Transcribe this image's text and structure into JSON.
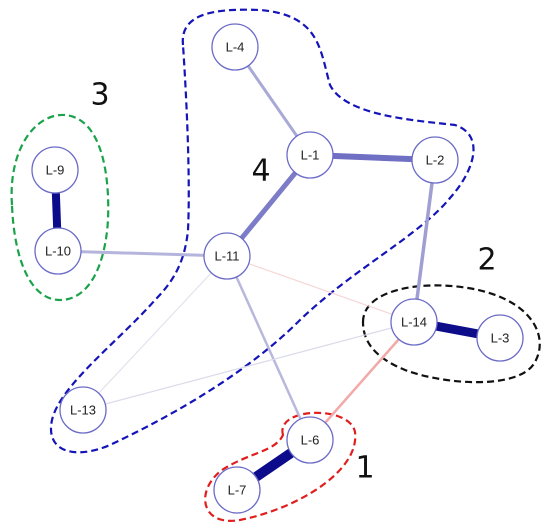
{
  "nodes": [
    {
      "id": "L-4",
      "label": "L-4"
    },
    {
      "id": "L-1",
      "label": "L-1"
    },
    {
      "id": "L-2",
      "label": "L-2"
    },
    {
      "id": "L-9",
      "label": "L-9"
    },
    {
      "id": "L-10",
      "label": "L-10"
    },
    {
      "id": "L-11",
      "label": "L-11"
    },
    {
      "id": "L-14",
      "label": "L-14"
    },
    {
      "id": "L-3",
      "label": "L-3"
    },
    {
      "id": "L-13",
      "label": "L-13"
    },
    {
      "id": "L-6",
      "label": "L-6"
    },
    {
      "id": "L-7",
      "label": "L-7"
    }
  ],
  "edges": [
    {
      "from": "L-4",
      "to": "L-1",
      "color": "#a9a9d8",
      "weight": 3
    },
    {
      "from": "L-1",
      "to": "L-2",
      "color": "#6f6fc4",
      "weight": 6
    },
    {
      "from": "L-1",
      "to": "L-11",
      "color": "#7c7cc8",
      "weight": 5
    },
    {
      "from": "L-2",
      "to": "L-14",
      "color": "#9f9fd4",
      "weight": 3.5
    },
    {
      "from": "L-9",
      "to": "L-10",
      "color": "#0b0b8c",
      "weight": 8
    },
    {
      "from": "L-10",
      "to": "L-11",
      "color": "#b4b4dc",
      "weight": 3
    },
    {
      "from": "L-11",
      "to": "L-6",
      "color": "#b8b8dc",
      "weight": 2.5
    },
    {
      "from": "L-11",
      "to": "L-13",
      "color": "#e2e2ee",
      "weight": 1.2
    },
    {
      "from": "L-11",
      "to": "L-14",
      "color": "#f5d6d6",
      "weight": 1.2
    },
    {
      "from": "L-13",
      "to": "L-14",
      "color": "#dadaea",
      "weight": 1.2
    },
    {
      "from": "L-14",
      "to": "L-3",
      "color": "#0d0d8a",
      "weight": 9
    },
    {
      "from": "L-14",
      "to": "L-6",
      "color": "#f2a9a9",
      "weight": 2.5
    },
    {
      "from": "L-6",
      "to": "L-7",
      "color": "#0b0b8c",
      "weight": 10
    }
  ],
  "clusters": [
    {
      "label": "1",
      "color": "#e01e1e",
      "members": [
        "L-6",
        "L-7"
      ]
    },
    {
      "label": "2",
      "color": "#111111",
      "members": [
        "L-14",
        "L-3"
      ]
    },
    {
      "label": "3",
      "color": "#1aa34a",
      "members": [
        "L-9",
        "L-10"
      ]
    },
    {
      "label": "4",
      "color": "#1414b8",
      "members": [
        "L-4",
        "L-1",
        "L-2",
        "L-11",
        "L-13"
      ]
    }
  ]
}
